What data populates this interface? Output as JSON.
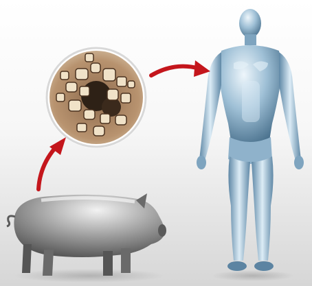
{
  "diagram": {
    "kind": "transmission-illustration",
    "nodes": [
      {
        "id": "pig",
        "icon": "pig-icon"
      },
      {
        "id": "virus",
        "icon": "virus-micrograph-icon"
      },
      {
        "id": "human",
        "icon": "human-figure-icon"
      }
    ],
    "edges": [
      {
        "from": "pig",
        "to": "virus",
        "icon": "arrow-icon"
      },
      {
        "from": "virus",
        "to": "human",
        "icon": "arrow-icon"
      }
    ]
  },
  "colors": {
    "arrow": "#c4161c",
    "background_top": "#ffffff",
    "background_bottom": "#d9d9d9",
    "human_body": "#7fa6c2",
    "human_highlight": "#e6f1f8",
    "pig_body": "#8e8e8e",
    "pig_highlight": "#e0e0e0",
    "virus_bg": "#b08866",
    "virus_particle": "#f0e2c8",
    "virus_rim": "#ffffff"
  }
}
